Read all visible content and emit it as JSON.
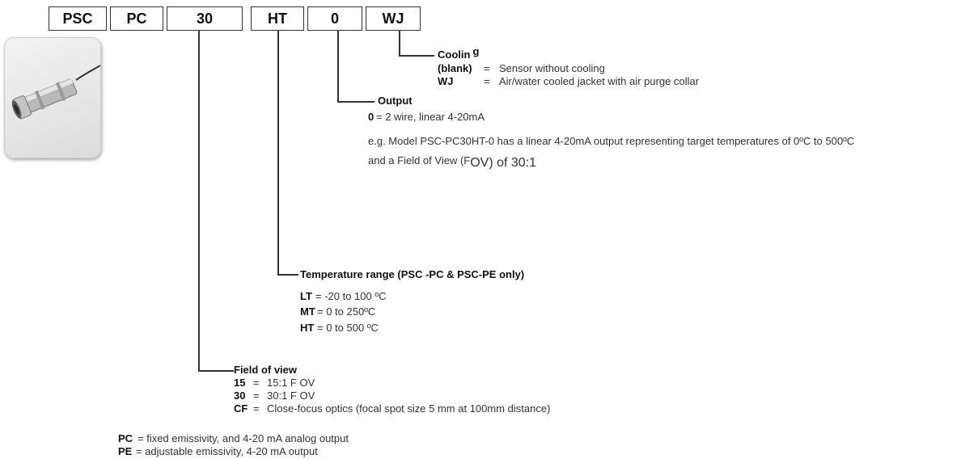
{
  "code_boxes": [
    "PSC",
    "PC",
    "30",
    "HT",
    "0",
    "WJ"
  ],
  "cooling": {
    "title_main": "Coolin",
    "title_tail": "g",
    "rows": [
      {
        "key": "(blank)",
        "eq": "=",
        "desc": "Sensor without cooling"
      },
      {
        "key": "WJ",
        "eq": "=",
        "desc": "Air/water cooled jacket with air purge collar"
      }
    ]
  },
  "output": {
    "title": "Output",
    "row_key": "0",
    "row_desc": "= 2 wire, linear 4-20mA",
    "example_line1": "e.g. Model PSC-PC30HT-0 has a linear 4-20mA output representing target temperatures of 0ºC to 500ºC",
    "example_line2a": "and a Field of View (F",
    "example_line2b": "OV) of 30:1"
  },
  "temperature": {
    "title": "Temperature range (PSC -PC & PSC-PE only)",
    "rows": [
      {
        "key": "LT",
        "desc": "= -20 to 100 ºC"
      },
      {
        "key": "MT",
        "desc": "= 0 to 250ºC"
      },
      {
        "key": "HT",
        "desc": "= 0 to 500 ºC"
      }
    ]
  },
  "fov": {
    "title": "Field of view",
    "rows": [
      {
        "key": "15",
        "eq": "=",
        "desc": "15:1 F OV"
      },
      {
        "key": "30",
        "eq": "=",
        "desc": "30:1 F OV"
      },
      {
        "key": "CF",
        "eq": "=",
        "desc": "Close-focus optics (focal spot size 5 mm at 100mm distance)"
      }
    ]
  },
  "emissivity": [
    {
      "key": "PC",
      "desc": "= fixed emissivity, and 4-20 mA analog output"
    },
    {
      "key": "PE",
      "desc": "= adjustable emissivity, 4-20 mA output"
    }
  ]
}
